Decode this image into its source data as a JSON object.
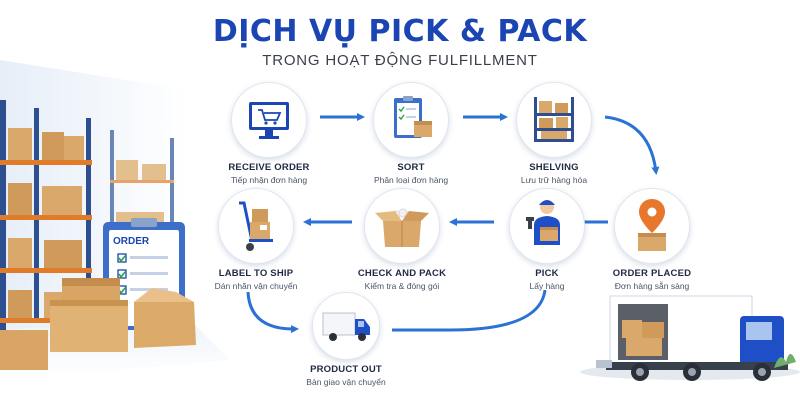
{
  "header": {
    "title": "DỊCH VỤ PICK & PACK",
    "subtitle": "TRONG HOẠT ĐỘNG FULFILLMENT"
  },
  "order_sheet": {
    "label": "ORDER"
  },
  "steps": [
    {
      "label": "RECEIVE ORDER",
      "sub": "Tiếp nhận đơn hàng",
      "icon": "monitor-cart-icon"
    },
    {
      "label": "SORT",
      "sub": "Phân loại đơn hàng",
      "icon": "clipboard-box-icon"
    },
    {
      "label": "SHELVING",
      "sub": "Lưu trữ hàng hóa",
      "icon": "shelf-boxes-icon"
    },
    {
      "label": "ORDER PLACED",
      "sub": "Đơn hàng sẵn sàng",
      "icon": "location-pin-box-icon"
    },
    {
      "label": "PICK",
      "sub": "Lấy hàng",
      "icon": "worker-scanner-icon"
    },
    {
      "label": "CHECK AND PACK",
      "sub": "Kiểm tra & đóng gói",
      "icon": "open-box-icon"
    },
    {
      "label": "LABEL TO SHIP",
      "sub": "Dán nhãn vận chuyển",
      "icon": "hand-truck-icon"
    },
    {
      "label": "PRODUCT OUT",
      "sub": "Bàn giao vận chuyển",
      "icon": "delivery-truck-icon"
    }
  ],
  "colors": {
    "accent": "#1a45b2",
    "arrow": "#2a72d4",
    "box": "#d9a86a",
    "truck_cab": "#1f4fc6"
  }
}
